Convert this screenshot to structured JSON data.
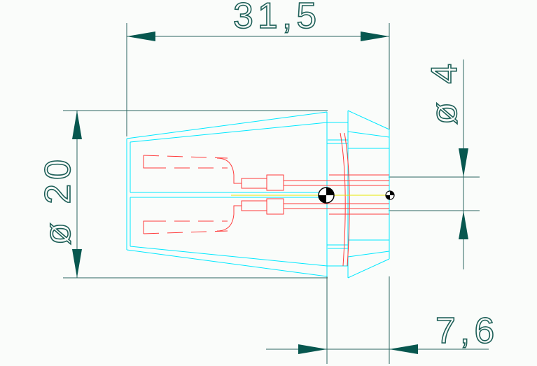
{
  "dimensions": {
    "overall_length": "31,5",
    "outer_diameter": "ø 20",
    "bore_diameter": "ø 4",
    "front_length": "7,6"
  },
  "colors": {
    "dimension": "#1d5f57",
    "arrow": "#07574f",
    "outline": "#00e8ff",
    "hidden": "#ff3a3a",
    "centerline": "#e8e800",
    "background": "#fafcfa"
  }
}
